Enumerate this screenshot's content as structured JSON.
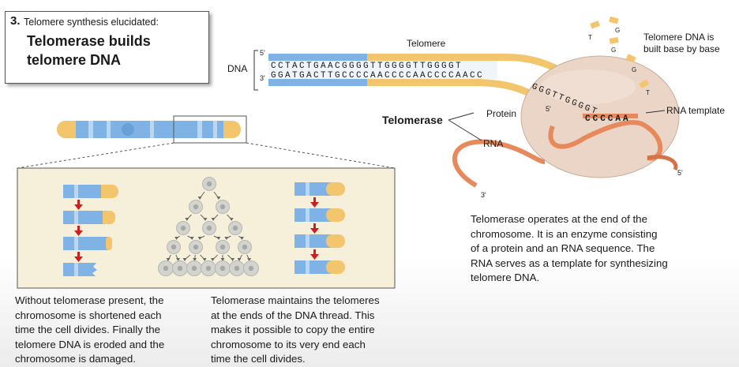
{
  "title": {
    "number": "3.",
    "subtitle": "Telomere synthesis elucidated:",
    "main_line1": "Telomerase builds",
    "main_line2": "telomere DNA"
  },
  "dna": {
    "label": "DNA",
    "five_prime": "5'",
    "three_prime": "3'",
    "top_strand": "CCTACTGAACGGGGTTGGGGTTGGGGT",
    "bottom_strand": "GGATGACTTGCCCCAACCCCAACCCCAACC",
    "extension": "GGGTTGGGGT",
    "telomere_label": "Telomere",
    "end_five_prime": "5'"
  },
  "enzyme": {
    "name": "Telomerase",
    "protein_label": "Protein",
    "rna_label": "RNA",
    "rna_template_label": "RNA template",
    "template_sequence": "CCCCAA",
    "free_bases": [
      "T",
      "G",
      "G",
      "G",
      "T"
    ],
    "ribbon_three_prime": "3'",
    "ribbon_five_prime": "5'",
    "dna_note_line1": "Telomere DNA is",
    "dna_note_line2": "built base by base"
  },
  "captions": {
    "right": [
      "Telomerase operates at the end of the",
      "chromosome. It is an enzyme consisting",
      "of a protein and an RNA sequence. The",
      "RNA serves as a template for synthesizing",
      "telomere DNA."
    ],
    "left": [
      "Without telomerase present, the",
      "chromosome is shortened each",
      "time the cell divides. Finally the",
      "telomere DNA is eroded and the",
      "chromosome is damaged."
    ],
    "middle": [
      "Telomerase maintains the telomeres",
      "at the ends of the DNA thread. This",
      "makes it possible to copy the entire",
      "chromosome to its very end each",
      "time the cell divides."
    ]
  },
  "colors": {
    "dna_blue": "#7fb2e5",
    "telomere_yellow": "#f3c66d",
    "enzyme_body": "#ead5c7",
    "rna_ribbon": "#e8895b",
    "panel_bg": "#f6efda",
    "arrow_red": "#cc1f1f"
  }
}
